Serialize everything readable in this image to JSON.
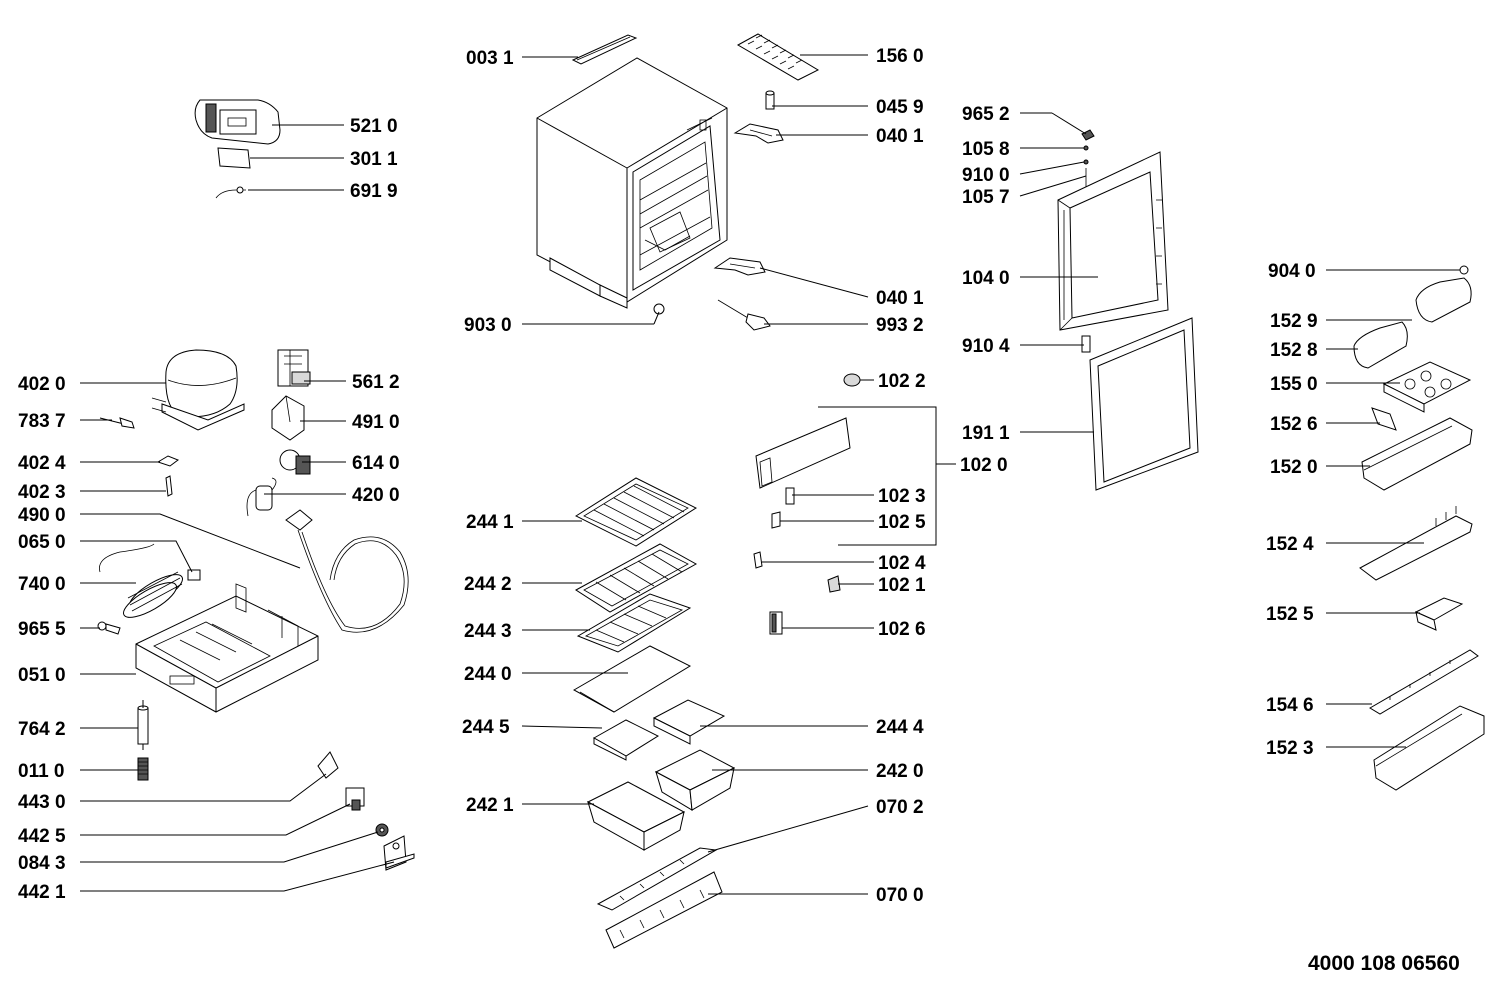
{
  "document_number": "4000 108 06560",
  "callouts": {
    "c0031": "003 1",
    "c1560": "156 0",
    "c0459": "045 9",
    "c0401a": "040 1",
    "c5210": "521 0",
    "c3011": "301 1",
    "c6919": "691 9",
    "c9652": "965 2",
    "c1058": "105 8",
    "c9100": "910 0",
    "c1057": "105 7",
    "c1040": "104 0",
    "c9104": "910 4",
    "c1911": "191 1",
    "c1020": "102 0",
    "c0401b": "040 1",
    "c9932": "993 2",
    "c9030": "903 0",
    "c1022": "102 2",
    "c1023": "102 3",
    "c1025": "102 5",
    "c1024": "102 4",
    "c1021": "102 1",
    "c1026": "102 6",
    "c9040": "904 0",
    "c1529": "152 9",
    "c1528": "152 8",
    "c1550": "155 0",
    "c1526": "152 6",
    "c1520": "152 0",
    "c1524": "152 4",
    "c1525": "152 5",
    "c1546": "154 6",
    "c1523": "152 3",
    "c4020": "402 0",
    "c7837": "783 7",
    "c4024": "402 4",
    "c4023": "402 3",
    "c4900": "490 0",
    "c0650": "065 0",
    "c7400": "740 0",
    "c9655": "965 5",
    "c0510": "051 0",
    "c7642": "764 2",
    "c0110": "011 0",
    "c4430": "443 0",
    "c4425": "442 5",
    "c0843": "084 3",
    "c4421": "442 1",
    "c5612": "561 2",
    "c4910": "491 0",
    "c6140": "614 0",
    "c4200": "420 0",
    "c2441": "244 1",
    "c2442": "244 2",
    "c2443": "244 3",
    "c2440": "244 0",
    "c2445": "244 5",
    "c2444": "244 4",
    "c2420": "242 0",
    "c2421": "242 1",
    "c0702": "070 2",
    "c0700": "070 0"
  }
}
